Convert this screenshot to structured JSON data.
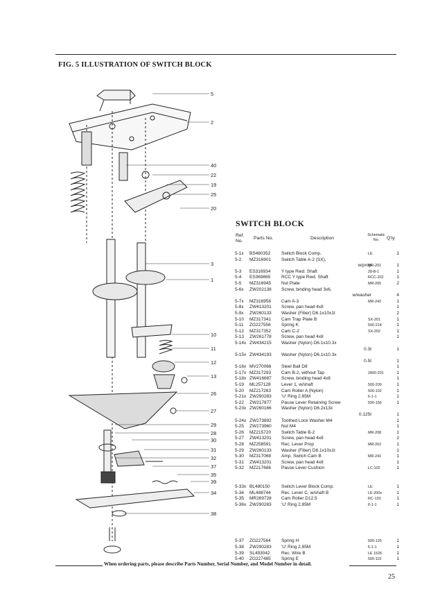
{
  "figure_title": "FIG. 5  ILLUSTRATION OF SWITCH BLOCK",
  "section_title": "SWITCH BLOCK",
  "columns": {
    "ref": "Ref. No.",
    "parts_no": "Parts No.",
    "description": "Description",
    "schematic": "Schematic No.",
    "qty": "Q'ty"
  },
  "callouts": [
    "5",
    "2",
    "40",
    "22",
    "19",
    "25",
    "20",
    "3",
    "1",
    "10",
    "11",
    "12",
    "13",
    "26",
    "27",
    "29",
    "28",
    "30",
    "31",
    "32",
    "37",
    "35",
    "39",
    "34",
    "38"
  ],
  "parts": [
    {
      "ref": "5-1x",
      "pn": "BS480352",
      "desc": "Switch Block Comp.",
      "sch": "LE",
      "qty": "1"
    },
    {
      "ref": "5-2",
      "pn": "MZ316901",
      "desc": "Switch Table A-2 (SX),",
      "sch": "",
      "qty": ""
    },
    {
      "ref": "",
      "pn": "",
      "desc": "w/prop",
      "sch": "MR-201",
      "qty": "1",
      "cont": true
    },
    {
      "ref": "5-3",
      "pn": "ES316934",
      "desc": "Y type Rwd. Shaft",
      "sch": "28-B-1",
      "qty": "1"
    },
    {
      "ref": "5-4",
      "pn": "ES369865",
      "desc": "RCC Y type Rwd. Shaft",
      "sch": "RCC-202",
      "qty": "1"
    },
    {
      "ref": "5-5",
      "pn": "MZ316945",
      "desc": "Nut Plate",
      "sch": "MR-265",
      "qty": "2"
    },
    {
      "ref": "5-6x",
      "pn": "ZW202138",
      "desc": "Screw, binding head 3x6,",
      "sch": "",
      "qty": ""
    },
    {
      "ref": "",
      "pn": "",
      "desc": "w/washer",
      "sch": "",
      "qty": "4",
      "cont": true
    },
    {
      "ref": "5-7x",
      "pn": "MZ316956",
      "desc": "Cam A-3",
      "sch": "MR-242",
      "qty": "1"
    },
    {
      "ref": "5-8x",
      "pn": "ZW413201",
      "desc": "Screw, pan head 4x8",
      "sch": "",
      "qty": "1"
    },
    {
      "ref": "5-9x",
      "pn": "ZW260133",
      "desc": "Washer (Fiber) D6.1x10x1t",
      "sch": "",
      "qty": "2"
    },
    {
      "ref": "5-10",
      "pn": "MZ317341",
      "desc": "Cam Trap Plate B",
      "sch": "SX-201",
      "qty": "1"
    },
    {
      "ref": "5-11",
      "pn": "ZG227556",
      "desc": "Spring K",
      "sch": "500-214",
      "qty": "1"
    },
    {
      "ref": "5-12",
      "pn": "MZ317352",
      "desc": "Cam C-2",
      "sch": "SX-202",
      "qty": "1"
    },
    {
      "ref": "5-13",
      "pn": "ZW261778",
      "desc": "Screw, pan head 4x8",
      "sch": "",
      "qty": "1"
    },
    {
      "ref": "5-14x",
      "pn": "ZW434215",
      "desc": "Washer (Nylon) D6.1x10.3x",
      "sch": "",
      "qty": ""
    },
    {
      "ref": "",
      "pn": "",
      "desc": "0.3t",
      "sch": "",
      "qty": "1",
      "cont": true
    },
    {
      "ref": "5-15x",
      "pn": "ZW434193",
      "desc": "Washer (Nylon) D6.1x10.3x",
      "sch": "",
      "qty": ""
    },
    {
      "ref": "",
      "pn": "",
      "desc": "0.5t",
      "sch": "",
      "qty": "1",
      "cont": true
    },
    {
      "ref": "5-16x",
      "pn": "MV270066",
      "desc": "Steel Ball D8",
      "sch": "",
      "qty": "1"
    },
    {
      "ref": "5-17x",
      "pn": "MZ317293",
      "desc": "Cam B-2, without Tap",
      "sch": "2800-201",
      "qty": "1"
    },
    {
      "ref": "5-18x",
      "pn": "ZW416687",
      "desc": "Screw, binding head 4x8",
      "sch": "",
      "qty": "1"
    },
    {
      "ref": "5-19",
      "pn": "ML257128",
      "desc": "Lever 1, w/shaft",
      "sch": "500-209",
      "qty": "1"
    },
    {
      "ref": "5-20",
      "pn": "MZ217263",
      "desc": "Cam Roller A (Nylon)",
      "sch": "500-102",
      "qty": "1"
    },
    {
      "ref": "5-21x",
      "pn": "ZW290283",
      "desc": "'U' Ring 2.85M",
      "sch": "6-1-1",
      "qty": "1"
    },
    {
      "ref": "5-22",
      "pn": "ZW217877",
      "desc": "Pause Lever Retaining Screw",
      "sch": "500-156",
      "qty": "1"
    },
    {
      "ref": "5-23x",
      "pn": "ZW260166",
      "desc": "Washer (Nylon) D6.2x13x",
      "sch": "",
      "qty": ""
    },
    {
      "ref": "",
      "pn": "",
      "desc": "0.125t",
      "sch": "",
      "qty": "1",
      "cont": true
    },
    {
      "ref": "5-24x",
      "pn": "ZW273892",
      "desc": "Toothed Lock Washer M4",
      "sch": "",
      "qty": "1"
    },
    {
      "ref": "5-25",
      "pn": "ZW273960",
      "desc": "Nut M4",
      "sch": "",
      "qty": "1"
    },
    {
      "ref": "5-26",
      "pn": "MZ215720",
      "desc": "Switch Table B-2",
      "sch": "MR-208",
      "qty": "1"
    },
    {
      "ref": "5-27",
      "pn": "ZW413201",
      "desc": "Screw, pan head 4x8",
      "sch": "",
      "qty": "2"
    },
    {
      "ref": "5-28",
      "pn": "MZ258591",
      "desc": "Rec. Lever Prop",
      "sch": "MR-202",
      "qty": "1"
    },
    {
      "ref": "5-29",
      "pn": "ZW260133",
      "desc": "Washer (Fiber) D6.1x10x1t",
      "sch": "",
      "qty": "1"
    },
    {
      "ref": "5-30",
      "pn": "MZ317068",
      "desc": "Amp. Switch Cam B",
      "sch": "MR-241",
      "qty": "1"
    },
    {
      "ref": "5-31",
      "pn": "ZW413201",
      "desc": "Screw, pan head 4x8",
      "sch": "",
      "qty": "1"
    },
    {
      "ref": "5-32",
      "pn": "MZ217686",
      "desc": "Pause Lever Cushion",
      "sch": "LC-102",
      "qty": "1"
    },
    {
      "ref": "5-33x",
      "pn": "BL480150",
      "desc": "Switch Lever Block Comp.",
      "sch": "LE",
      "qty": "1",
      "gap": "before"
    },
    {
      "ref": "5-34",
      "pn": "ML488744",
      "desc": "Rec. Lever C, w/shaft B",
      "sch": "LE-200z",
      "qty": "1"
    },
    {
      "ref": "5-35",
      "pn": "MR269728",
      "desc": "Cam Roller D12.5",
      "sch": "RC-120",
      "qty": "1"
    },
    {
      "ref": "5-36x",
      "pn": "ZW290283",
      "desc": "'U' Ring 2.85M",
      "sch": "6-1-1",
      "qty": "1"
    },
    {
      "ref": "5-37",
      "pn": "ZG227564",
      "desc": "Spring H",
      "sch": "500-125",
      "qty": "1",
      "gap": "big"
    },
    {
      "ref": "5-38",
      "pn": "ZW290283",
      "desc": "'U' Ring 2.85M",
      "sch": "6-1-1",
      "qty": "1"
    },
    {
      "ref": "5-39",
      "pn": "SL493042",
      "desc": "Rec. Wire B",
      "sch": "LE 1526",
      "qty": "1"
    },
    {
      "ref": "5-40",
      "pn": "ZG227485",
      "desc": "Spring E",
      "sch": "500-115",
      "qty": "1"
    }
  ],
  "bottom_note": "When ordering parts, please describe Parts Number, Serial Number, and Model Number in detail.",
  "page_number": "25"
}
